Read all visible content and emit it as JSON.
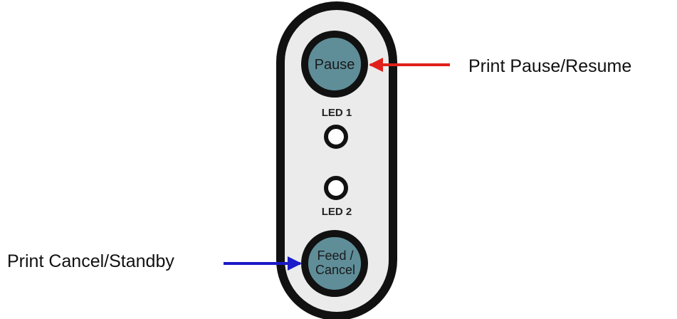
{
  "panel": {
    "pause_button": {
      "label": "Pause"
    },
    "led1": {
      "label": "LED 1"
    },
    "led2": {
      "label": "LED 2"
    },
    "feed_cancel_button": {
      "line1": "Feed /",
      "line2": "Cancel"
    }
  },
  "callouts": {
    "pause": {
      "text": "Print Pause/Resume"
    },
    "cancel": {
      "text": "Print Cancel/Standby"
    }
  },
  "colors": {
    "panel_fill": "#ebebeb",
    "panel_border": "#111111",
    "button_fill": "#5f8e99",
    "button_ring": "#111111",
    "pause_arrow": "#e0201c",
    "cancel_arrow": "#1a1ac8"
  }
}
